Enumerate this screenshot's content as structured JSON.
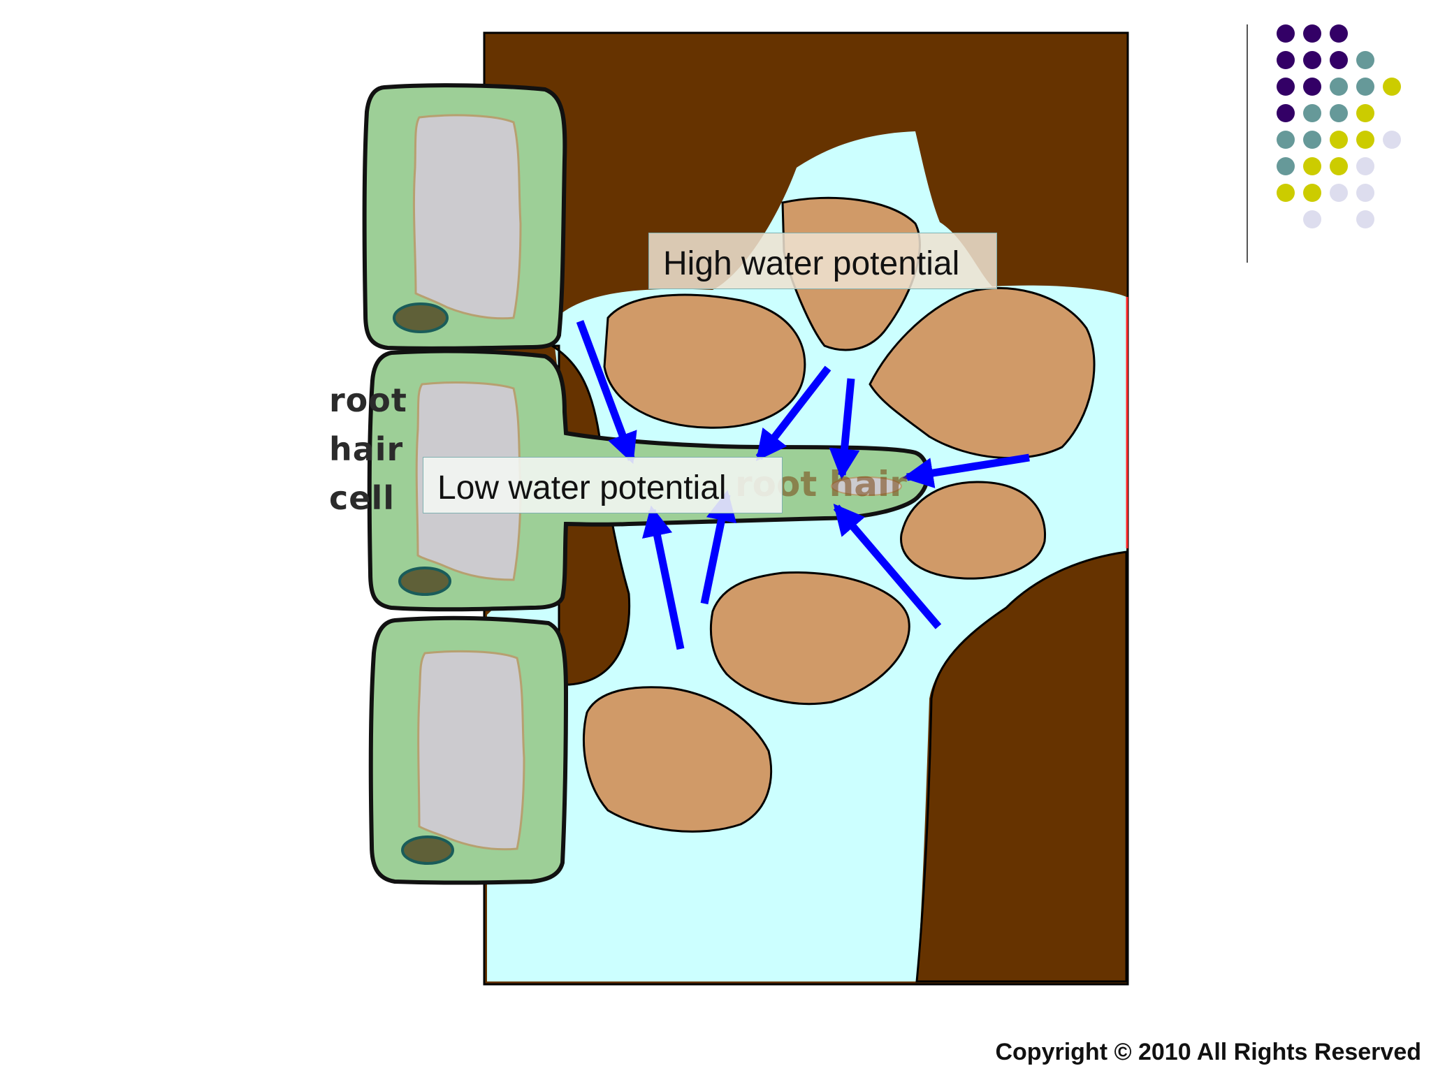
{
  "diagram": {
    "cell_label_lines": [
      "root",
      "hair",
      "cell"
    ],
    "hair_label": "root hair",
    "high_label": "High water potential",
    "low_label": "Low water potential"
  },
  "footer": {
    "copyright": "Copyright © 2010 All Rights Reserved"
  },
  "colors": {
    "soil": "#663300",
    "water": "#ccffff",
    "soil_particle": "#d09a68",
    "cell_wall": "#9dcf97",
    "vacuole": "#cccbcf",
    "nucleus": "#5f6038",
    "arrow": "#0000ff",
    "dot_purple": "#330066",
    "dot_teal": "#669999",
    "dot_yellow": "#cccc00",
    "dot_lavender": "#ddddee"
  },
  "decoration": {
    "dot_grid": [
      [
        "purple",
        "purple",
        "purple",
        "",
        "",
        ""
      ],
      [
        "purple",
        "purple",
        "purple",
        "teal",
        "",
        ""
      ],
      [
        "purple",
        "purple",
        "teal",
        "teal",
        "yellow",
        ""
      ],
      [
        "purple",
        "teal",
        "teal",
        "yellow",
        "",
        ""
      ],
      [
        "teal",
        "teal",
        "yellow",
        "yellow",
        "lavender",
        ""
      ],
      [
        "teal",
        "yellow",
        "yellow",
        "lavender",
        "",
        ""
      ],
      [
        "yellow",
        "yellow",
        "lavender",
        "lavender",
        "",
        ""
      ],
      [
        "",
        "lavender",
        "",
        "lavender",
        "",
        ""
      ]
    ]
  }
}
